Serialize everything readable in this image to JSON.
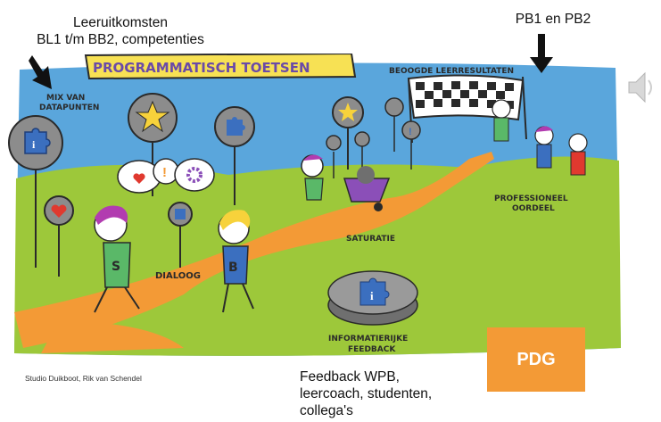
{
  "annotations": {
    "top_left": [
      "Leeruitkomsten",
      "BL1 t/m BB2, competenties"
    ],
    "top_right": "PB1 en PB2",
    "bottom": [
      "Feedback WPB,",
      "leercoach, studenten,",
      "collega's"
    ]
  },
  "illustration": {
    "banner_title": "PROGRAMMATISCH TOETSEN",
    "labels": {
      "mix": [
        "MIX VAN",
        "DATAPUNTEN"
      ],
      "beoogde": "BEOOGDE LEERRESULTATEN",
      "dialoog": "DIALOOG",
      "saturatie": "SATURATIE",
      "professioneel": [
        "PROFESSIONEEL",
        "OORDEEL"
      ],
      "feedback": [
        "INFORMATIERIJKE",
        "FEEDBACK"
      ]
    },
    "character_letters": {
      "s": "S",
      "b": "B"
    },
    "credit": "Studio Duikboot, Rik van Schendel",
    "pdg": "PDG"
  },
  "colors": {
    "sky": "#5aa6dc",
    "grass": "#9dc83a",
    "path": "#f39a36",
    "banner": "#f7e154",
    "pdg": "#f39a36"
  },
  "icons": [
    "arrow-down-icon",
    "puzzle-icon",
    "star-icon",
    "heart-icon",
    "exclamation-icon",
    "gear-icon",
    "checkered-flag-icon",
    "speaker-icon"
  ]
}
